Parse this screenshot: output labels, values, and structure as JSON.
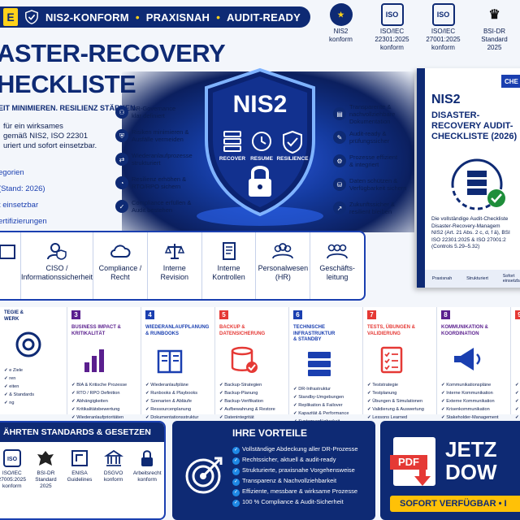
{
  "topbar": {
    "e_tab": "E",
    "tags": [
      "NIS2-KONFORM",
      "PRAXISNAH",
      "AUDIT-READY"
    ],
    "separator": "•"
  },
  "badges": [
    {
      "icon": "eu-stars-icon",
      "label": "NIS2\nkonform"
    },
    {
      "icon": "iso-icon",
      "label": "ISO/IEC\n22301:2025\nkonform"
    },
    {
      "icon": "iso-icon",
      "label": "ISO/IEC\n27001:2025\nkonform"
    },
    {
      "icon": "eagle-icon",
      "label": "BSI-DR\nStandard\n2025"
    }
  ],
  "header": {
    "title_line1": "ASTER-RECOVERY",
    "title_line2": "HECKLISTE",
    "subtag": "EIT MINIMIEREN. RESILIENZ STÄRKEN.",
    "intro": "für ein wirksames\ngemäß NIS2, ISO 22301\nuriert und sofort einsetzbar.",
    "links": [
      "egorien",
      "(Stand: 2026)",
      "t einsetzbar",
      "ertifizierungen"
    ]
  },
  "hero": {
    "shield_title": "NIS2",
    "shield_labels": [
      "RECOVER",
      "RESUME",
      "RESILIENCE"
    ],
    "left_items": [
      "DR-Governance\nklar definiert",
      "Risiken minimieren &\nAusfälle vermeiden",
      "Wiederanlaufprozesse\nstrukturiert",
      "Resilienz erhöhen &\nRTO/RPO sichern",
      "Compliance erfüllen &\nAudit bestehen"
    ],
    "right_items": [
      "Transparente &\nnachvollziehbare\nDokumentation",
      "Audit-ready &\nprüfungssicher",
      "Prozesse effizient\n& integriert",
      "Daten schützen &\nVerfügbarkeit sichern",
      "Zukunftssicher &\nresilient bleiben"
    ]
  },
  "product": {
    "corner": "CHE",
    "title": "NIS2",
    "subtitle": "DISASTER-RECOVERY AUDIT-CHECKLISTE (2026)",
    "desc": "Die vollständige Audit-Checkliste\nDisaster-Recovery-Managem\nNIS2 (Art. 21 Abs. 2 c, d, f ä), BSI\nISO 22301:2025 & ISO 27001:2\n(Controls 5.29–5.32)",
    "strip": [
      "Praxisnah",
      "Strukturiert",
      "Sofort\neinsetzbar"
    ]
  },
  "roles": [
    {
      "icon": "building-icon",
      "label": ""
    },
    {
      "icon": "user-shield-icon",
      "label": "CISO /\nInformationssicherheit"
    },
    {
      "icon": "cloud-icon",
      "label": "Compliance /\nRecht"
    },
    {
      "icon": "scales-icon",
      "label": "Interne\nRevision"
    },
    {
      "icon": "document-icon",
      "label": "Interne\nKontrollen"
    },
    {
      "icon": "people-icon",
      "label": "Personalwesen\n(HR)"
    },
    {
      "icon": "team-icon",
      "label": "Geschäfts-\nleitung"
    }
  ],
  "sections": [
    {
      "num": "",
      "color": "#0e2a74",
      "title": "TEGIE &\nWERK",
      "icon": "target-icon",
      "items": [
        "e Ziele",
        "ren",
        "eiten",
        "& Standards",
        "ng"
      ]
    },
    {
      "num": "3",
      "color": "#5a1f8e",
      "title": "BUSINESS IMPACT &\nKRITIKALITÄT",
      "icon": "bar-chart-icon",
      "items": [
        "BIA & Kritische Prozesse",
        "RTO / RPO Definition",
        "Abhängigkeiten",
        "Kritikalitätsbewertung",
        "Wiederanlaufprioritäten"
      ]
    },
    {
      "num": "4",
      "color": "#1a3fb0",
      "title": "WIEDERANLAUFPLANUNG\n& RUNBOOKS",
      "icon": "book-icon",
      "items": [
        "Wiederanlaufpläne",
        "Runbooks & Playbooks",
        "Szenarien & Abläufe",
        "Ressourcenplanung",
        "Dokumentationsstruktur"
      ]
    },
    {
      "num": "5",
      "color": "#e53935",
      "title": "BACKUP &\nDATENSICHERUNG",
      "icon": "database-icon",
      "items": [
        "Backup-Strategien",
        "Backup-Planung",
        "Backup-Verifikation",
        "Aufbewahrung & Restore",
        "Datenintegrität"
      ]
    },
    {
      "num": "6",
      "color": "#1a3fb0",
      "title": "TECHNISCHE INFRASTRUKTUR\n& STANDBY",
      "icon": "server-icon",
      "items": [
        "DR-Infrastruktur",
        "Standby-Umgebungen",
        "Replikation & Failover",
        "Kapazität & Performance",
        "Systemverfügbarkeit"
      ]
    },
    {
      "num": "7",
      "color": "#e53935",
      "title": "TESTS, ÜBUNGEN &\nVALIDIERUNG",
      "icon": "clipboard-icon",
      "items": [
        "Teststrategie",
        "Testplanung",
        "Übungen & Simulationen",
        "Validierung & Auswertung",
        "Lessons Learned"
      ]
    },
    {
      "num": "8",
      "color": "#5a1f8e",
      "title": "KOMMUNIKATION &\nKOORDINATION",
      "icon": "megaphone-icon",
      "items": [
        "Kommunikationspläne",
        "Interne Kommunikation",
        "Externe Kommunikation",
        "Krisenkommunikation",
        "Stakeholder-Management"
      ]
    },
    {
      "num": "9",
      "color": "#e53935",
      "title": "",
      "icon": "people-icon",
      "items": [
        "Mo",
        "Ko",
        "Do",
        "Re",
        "Ste"
      ]
    }
  ],
  "standards": {
    "head": "ÄHRTEN STANDARDS & GESETZEN",
    "items": [
      {
        "icon": "iso-icon",
        "label": "ISO/IEC\n27005:2025\nkonform"
      },
      {
        "icon": "eagle-icon",
        "label": "BSI-DR\nStandard\n2025"
      },
      {
        "icon": "enisa-icon",
        "label": "ENISA\nGuidelines"
      },
      {
        "icon": "building-icon",
        "label": "DSGVO\nkonform"
      },
      {
        "icon": "lock-icon",
        "label": "Arbeitsrecht\nkonform"
      }
    ]
  },
  "vorteile": {
    "head": "IHRE VORTEILE",
    "items": [
      "Vollständige Abdeckung aller DR-Prozesse",
      "Rechtssicher, aktuell & audit-ready",
      "Strukturierte, praxisnahe Vorgehensweise",
      "Transparenz & Nachvollziehbarkeit",
      "Effiziente, messbare & wirksame Prozesse",
      "100 % Compliance & Audit-Sicherheit"
    ]
  },
  "download": {
    "pdf": "PDF",
    "line1": "JETZ",
    "line2": "DOW",
    "cta": "SOFORT VERFÜGBAR • I"
  },
  "colors": {
    "navy": "#0e2a74",
    "blue": "#1a3fb0",
    "yellow": "#ffd21a",
    "red": "#e53935",
    "purple": "#5a1f8e"
  }
}
